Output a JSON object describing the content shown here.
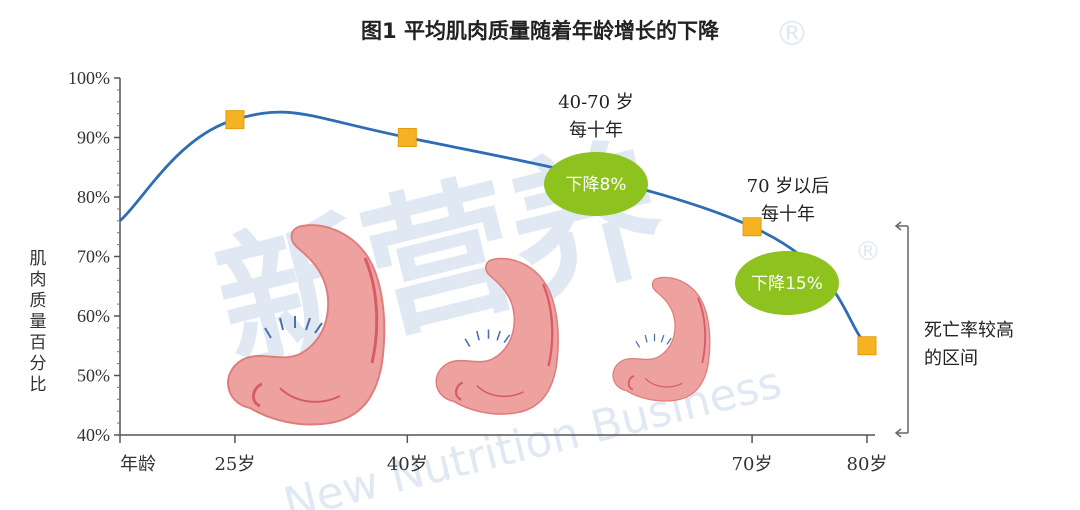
{
  "chart_data": {
    "type": "line",
    "title": "图1  平均肌肉质量随着年龄增长的下降",
    "ylabel": "肌肉质量百分比",
    "xlabel": "年龄",
    "ylim": [
      40,
      100
    ],
    "yticks": [
      "40%",
      "50%",
      "60%",
      "70%",
      "80%",
      "90%",
      "100%"
    ],
    "ytick_values": [
      40,
      50,
      60,
      70,
      80,
      90,
      100
    ],
    "x_categories": [
      "25岁",
      "40岁",
      "70岁",
      "80岁"
    ],
    "points": [
      {
        "x": 25,
        "y": 93,
        "label": "25岁"
      },
      {
        "x": 40,
        "y": 90,
        "label": "40岁"
      },
      {
        "x": 70,
        "y": 75,
        "label": "70岁"
      },
      {
        "x": 80,
        "y": 55,
        "label": "80岁"
      }
    ],
    "line_color": "#2e6db4",
    "marker_color": "#f5b324",
    "badge_color": "#8dc21f",
    "annotations": {
      "range1_line1": "40-70 岁",
      "range1_line2": "每十年",
      "badge1": "下降8%",
      "range2_line1": "70 岁以后",
      "range2_line2": "每十年",
      "badge2": "下降15%",
      "bracket_line1": "死亡率较高",
      "bracket_line2": "的区间"
    },
    "grid": false
  },
  "watermark": {
    "main": "新营养",
    "sub": "New Nutrition Business",
    "mark": "®"
  }
}
